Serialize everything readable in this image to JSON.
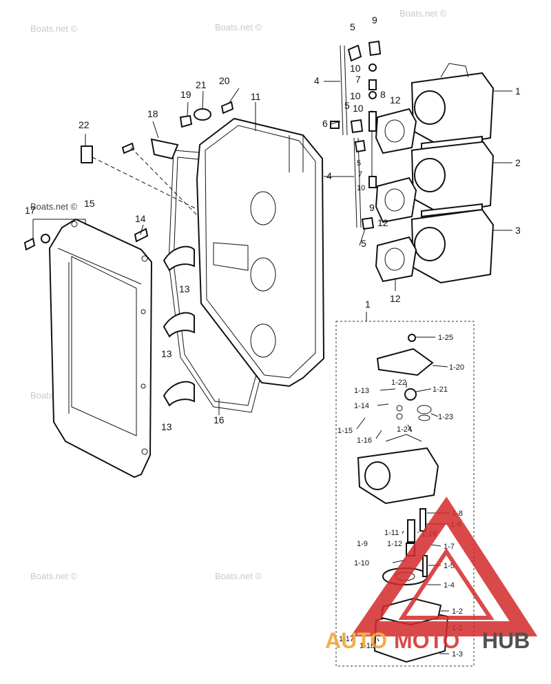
{
  "watermark": "Boats.net ©",
  "logo": {
    "word1": "AUTO",
    "word2": "MOTO",
    "word3": "HUB",
    "color_red": "#d42a2a",
    "color_orange": "#f0a030",
    "color_dark": "#333333"
  },
  "callouts": {
    "c1": "1",
    "c2": "2",
    "c3": "3",
    "c4a": "4",
    "c4b": "4",
    "c5a": "5",
    "c5b": "5",
    "c5c": "5",
    "c5d": "5",
    "c6": "6",
    "c7a": "7",
    "c7b": "7",
    "c8": "8",
    "c9a": "9",
    "c9b": "9",
    "c10a": "10",
    "c10b": "10",
    "c10c": "10",
    "c10d": "10",
    "c11": "11",
    "c12a": "12",
    "c12b": "12",
    "c12c": "12",
    "c13a": "13",
    "c13b": "13",
    "c13c": "13",
    "c14": "14",
    "c15": "15",
    "c16": "16",
    "c17": "17",
    "c18": "18",
    "c19": "19",
    "c20": "20",
    "c21": "21",
    "c22": "22",
    "cInset": "1"
  },
  "inset_callouts": {
    "s1_25": "1-25",
    "s1_20": "1-20",
    "s1_13": "1-13",
    "s1_22": "1-22",
    "s1_21": "1-21",
    "s1_14": "1-14",
    "s1_23": "1-23",
    "s1_15": "1-15",
    "s1_24": "1-24",
    "s1_16": "1-16",
    "s1_8": "1-8",
    "s1_6": "1-6",
    "s1_11": "1-11",
    "s1_19": "1-19",
    "s1_9": "1-9",
    "s1_12": "1-12",
    "s1_7": "1-7",
    "s1_10": "1-10",
    "s1_5": "1-5",
    "s1_4": "1-4",
    "s1_2": "1-2",
    "s1_1": "1-1",
    "s1_17": "1-17",
    "s1_18": "1-18",
    "s1_3": "1-3"
  }
}
